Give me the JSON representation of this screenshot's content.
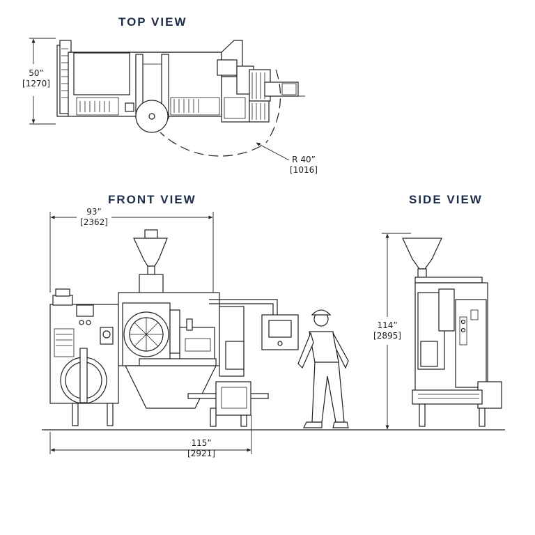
{
  "views": {
    "top": {
      "title": "TOP VIEW",
      "depth_in": "50”",
      "depth_mm": "[1270]",
      "radius_in": "R 40”",
      "radius_mm": "[1016]"
    },
    "front": {
      "title": "FRONT VIEW",
      "width_in": "93”",
      "width_mm": "[2362]",
      "overall_in": "115”",
      "overall_mm": "[2921]"
    },
    "side": {
      "title": "SIDE VIEW",
      "height_in": "114”",
      "height_mm": "[2895]"
    }
  }
}
